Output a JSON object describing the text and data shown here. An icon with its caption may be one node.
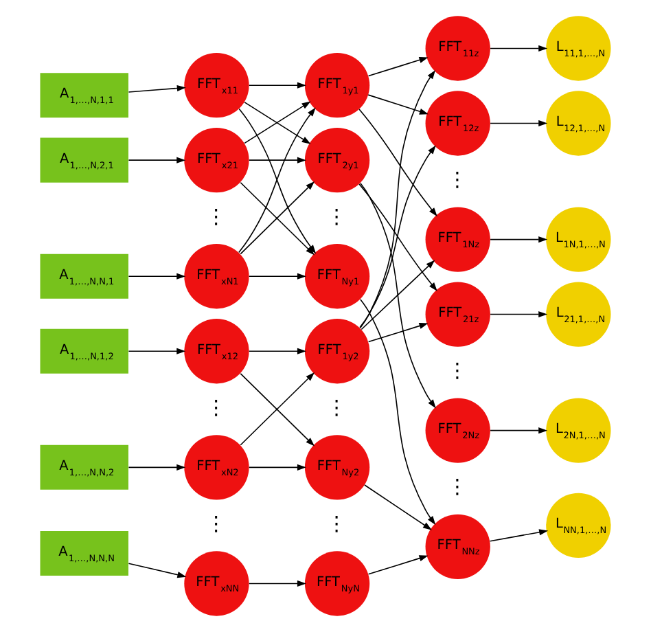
{
  "diagram": {
    "nodes": [
      {
        "text": [
          "A$_{1,…,N,1,1}$"
        ]
      },
      {
        "text": [
          "A$_{1,…,N,2,1}$"
        ]
      },
      {
        "text": [
          "A$_{1,…,N,N,1}$"
        ]
      },
      {
        "text": [
          "A$_{1,…,N,1,2}$"
        ]
      },
      {
        "text": [
          "A$_{1,…,N,N,2}$"
        ]
      },
      {
        "text": [
          "A$_{1,…,N,N,N}$"
        ]
      },
      {
        "text": [
          "FFT$_{x11}$"
        ]
      },
      {
        "text": [
          "FFT$_{x21}$"
        ]
      },
      {
        "text": [
          "FFT$_{xN1}$"
        ]
      },
      {
        "text": [
          "FFT$_{x12}$"
        ]
      },
      {
        "text": [
          "FFT$_{xN2}$"
        ]
      },
      {
        "text": [
          "FFT$_{xNN}$"
        ]
      },
      {
        "text": [
          "FFT$_{1y1}$"
        ]
      },
      {
        "text": [
          "FFT$_{2y1}$"
        ]
      },
      {
        "text": [
          "FFT$_{Ny1}$"
        ]
      },
      {
        "text": [
          "FFT$_{1y2}$"
        ]
      },
      {
        "text": [
          "FFT$_{Ny2}$"
        ]
      },
      {
        "text": [
          "FFT$_{NyN}$"
        ]
      },
      {
        "text": [
          "FFT$_{11z}$"
        ]
      },
      {
        "text": [
          "FFT$_{12z}$"
        ]
      },
      {
        "text": [
          "FFT$_{1Nz}$"
        ]
      },
      {
        "text": [
          "FFT$_{21z}$"
        ]
      },
      {
        "text": [
          "FFT$_{2Nz}$"
        ]
      },
      {
        "text": [
          "FFT$_{NNz}$"
        ]
      },
      {
        "text": [
          "L$_{11,1,…,N}$"
        ]
      },
      {
        "text": [
          "L$_{12,1,…,N}$"
        ]
      },
      {
        "text": [
          "L$_{1N,1,…,N}$"
        ]
      },
      {
        "text": [
          "L$_{21,1,…,N}$"
        ]
      },
      {
        "text": [
          "L$_{2N,1,…,N}$"
        ]
      },
      {
        "text": [
          "L$_{NN,1,…,N}$"
        ]
      }
    ],
    "edges": [
      {
        "from": 0,
        "to": 6,
        "arrow": "to"
      },
      {
        "from": 1,
        "to": 7,
        "arrow": "to"
      },
      {
        "from": 2,
        "to": 8,
        "arrow": "to"
      },
      {
        "from": 3,
        "to": 9,
        "arrow": "to"
      },
      {
        "from": 4,
        "to": 10,
        "arrow": "to"
      },
      {
        "from": 5,
        "to": 11,
        "arrow": "to"
      },
      {
        "from": 6,
        "to": 12,
        "arrow": "to"
      },
      {
        "from": 6,
        "to": 13,
        "arrow": "to"
      },
      {
        "from": 6,
        "to": 14,
        "arrow": "to"
      },
      {
        "from": 7,
        "to": 12,
        "arrow": "to"
      },
      {
        "from": 7,
        "to": 13,
        "arrow": "to"
      },
      {
        "from": 7,
        "to": 14,
        "arrow": "to"
      },
      {
        "from": 8,
        "to": 12,
        "arrow": "to"
      },
      {
        "from": 8,
        "to": 13,
        "arrow": "to"
      },
      {
        "from": 8,
        "to": 14,
        "arrow": "to"
      },
      {
        "from": 9,
        "to": 15,
        "arrow": "to"
      },
      {
        "from": 9,
        "to": 16,
        "arrow": "to"
      },
      {
        "from": 10,
        "to": 15,
        "arrow": "to"
      },
      {
        "from": 10,
        "to": 16,
        "arrow": "to"
      },
      {
        "from": 11,
        "to": 17,
        "arrow": "to"
      },
      {
        "from": 12,
        "to": 18,
        "arrow": "to"
      },
      {
        "from": 12,
        "to": 19,
        "arrow": "to"
      },
      {
        "from": 12,
        "to": 20,
        "arrow": "to"
      },
      {
        "from": 13,
        "to": 21,
        "arrow": "to"
      },
      {
        "from": 13,
        "to": 22,
        "arrow": "to"
      },
      {
        "from": 14,
        "to": 23,
        "arrow": "to"
      },
      {
        "from": 15,
        "to": 18,
        "arrow": "to"
      },
      {
        "from": 15,
        "to": 19,
        "arrow": "to"
      },
      {
        "from": 15,
        "to": 20,
        "arrow": "to"
      },
      {
        "from": 15,
        "to": 21,
        "arrow": "to"
      },
      {
        "from": 16,
        "to": 23,
        "arrow": "to"
      },
      {
        "from": 17,
        "to": 23,
        "arrow": "to"
      },
      {
        "from": 18,
        "to": 24,
        "arrow": "to"
      },
      {
        "from": 19,
        "to": 25,
        "arrow": "to"
      },
      {
        "from": 20,
        "to": 26,
        "arrow": "to"
      },
      {
        "from": 21,
        "to": 27,
        "arrow": "to"
      },
      {
        "from": 22,
        "to": 28,
        "arrow": "to"
      },
      {
        "from": 23,
        "to": 29,
        "arrow": "to"
      }
    ],
    "labels": [
      "⋮",
      "⋮",
      "⋮",
      "⋮",
      "⋮",
      "⋮",
      "⋮",
      "⋮",
      "⋮"
    ]
  }
}
